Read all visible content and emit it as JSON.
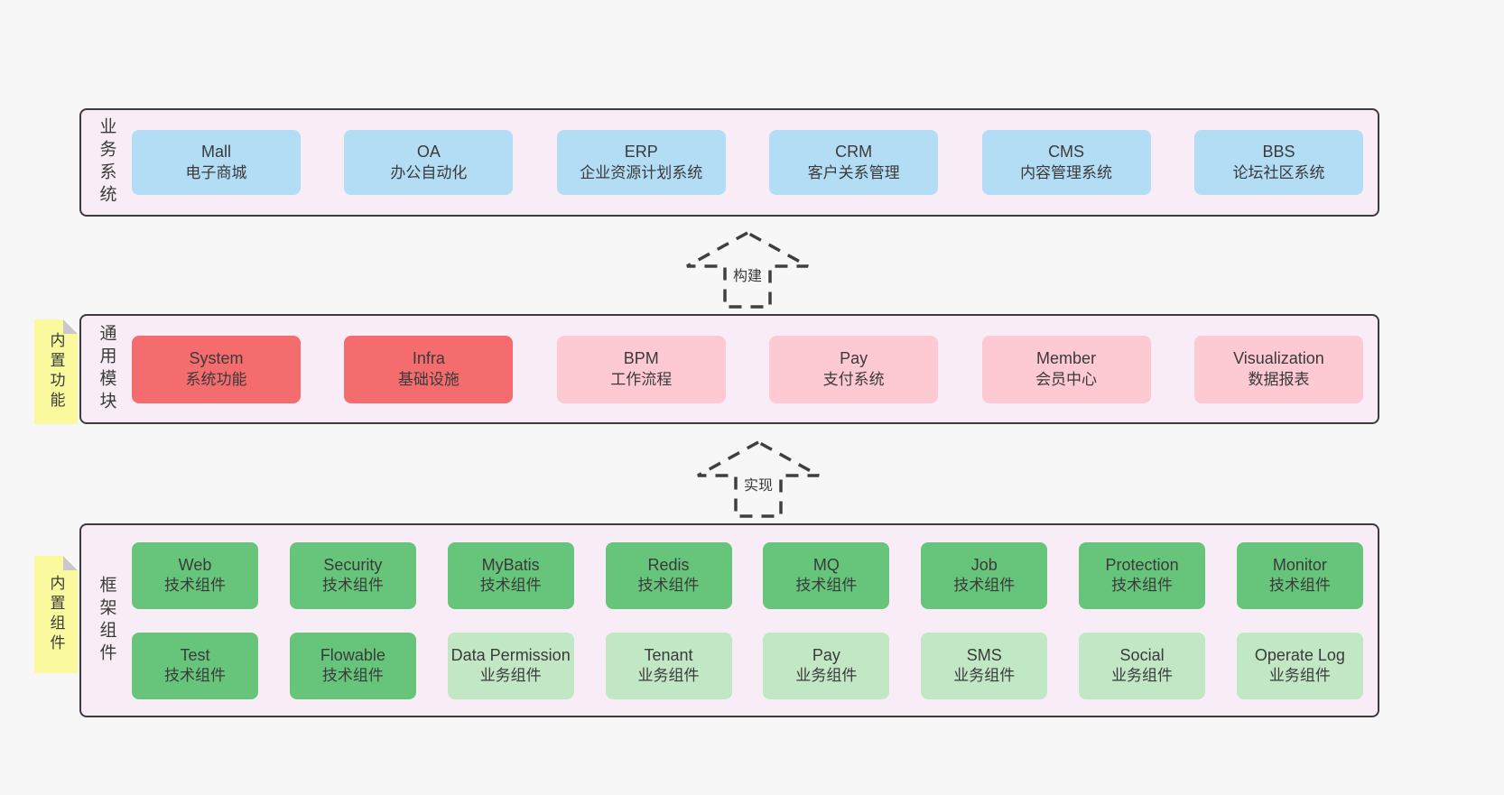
{
  "page": {
    "background": "#f7f7f7"
  },
  "colors": {
    "band_fill": "#f8edf6",
    "band_border": "#3c3c3c",
    "blue": "#b3dcf5",
    "red": "#f56c6e",
    "pink": "#fdc9d3",
    "green": "#66c57b",
    "light_green": "#c2e7c5",
    "sticky_yellow": "#fbf99e",
    "sticky_fold_gray": "#c9c9c9",
    "text": "#3a3a3a"
  },
  "bands": [
    {
      "label": "业务系统",
      "boxes": [
        {
          "en": "Mall",
          "zh": "电子商城"
        },
        {
          "en": "OA",
          "zh": "办公自动化"
        },
        {
          "en": "ERP",
          "zh": "企业资源计划系统"
        },
        {
          "en": "CRM",
          "zh": "客户关系管理"
        },
        {
          "en": "CMS",
          "zh": "内容管理系统"
        },
        {
          "en": "BBS",
          "zh": "论坛社区系统"
        }
      ]
    },
    {
      "label": "通用模块",
      "sticky": "内置功能",
      "boxes": [
        {
          "en": "System",
          "zh": "系统功能"
        },
        {
          "en": "Infra",
          "zh": "基础设施"
        },
        {
          "en": "BPM",
          "zh": "工作流程"
        },
        {
          "en": "Pay",
          "zh": "支付系统"
        },
        {
          "en": "Member",
          "zh": "会员中心"
        },
        {
          "en": "Visualization",
          "zh": "数据报表"
        }
      ]
    },
    {
      "label": "框架组件",
      "sticky": "内置组件",
      "rows": [
        [
          {
            "en": "Web",
            "zh": "技术组件"
          },
          {
            "en": "Security",
            "zh": "技术组件"
          },
          {
            "en": "MyBatis",
            "zh": "技术组件"
          },
          {
            "en": "Redis",
            "zh": "技术组件"
          },
          {
            "en": "MQ",
            "zh": "技术组件"
          },
          {
            "en": "Job",
            "zh": "技术组件"
          },
          {
            "en": "Protection",
            "zh": "技术组件"
          },
          {
            "en": "Monitor",
            "zh": "技术组件"
          }
        ],
        [
          {
            "en": "Test",
            "zh": "技术组件"
          },
          {
            "en": "Flowable",
            "zh": "技术组件"
          },
          {
            "en": "Data Permission",
            "zh": "业务组件"
          },
          {
            "en": "Tenant",
            "zh": "业务组件"
          },
          {
            "en": "Pay",
            "zh": "业务组件"
          },
          {
            "en": "SMS",
            "zh": "业务组件"
          },
          {
            "en": "Social",
            "zh": "业务组件"
          },
          {
            "en": "Operate Log",
            "zh": "业务组件"
          }
        ]
      ]
    }
  ],
  "arrows": [
    {
      "label": "构建"
    },
    {
      "label": "实现"
    }
  ]
}
